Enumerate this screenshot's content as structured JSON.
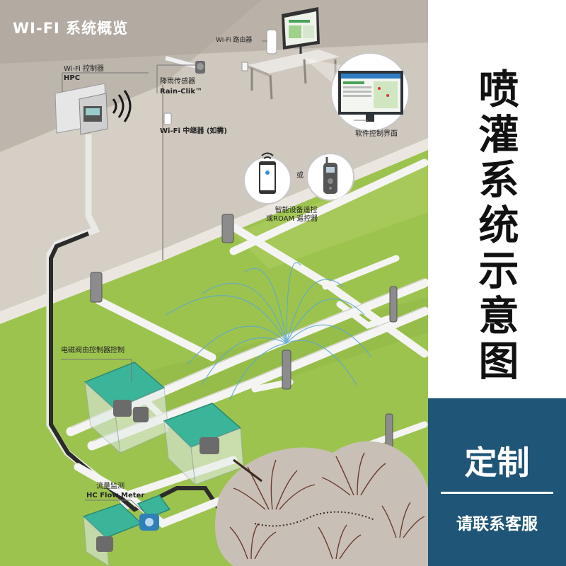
{
  "header": {
    "title": "WI-FI 系统概览"
  },
  "labels": {
    "wifi_controller": "Wi-Fi 控制器",
    "hpc": "HPC",
    "rain_sensor": "降雨传感器",
    "rain_clik": "Rain-Clik™",
    "wifi_router": "Wi-Fi 路由器",
    "wifi_repeater": "Wi-Fi 中继器 (如需)",
    "software_ui": "软件控制界面",
    "or": "或",
    "smart_device_line1": "智能设备遥控",
    "smart_device_line2": "或ROAM 遥控器",
    "valve_control": "电磁阀由控制器控制",
    "flow_monitor": "流量监测",
    "flow_meter": "HC Flow Meter"
  },
  "side": {
    "vertical_title": "喷灌系统示意图",
    "custom_title": "定制",
    "custom_subtitle": "请联系客服"
  },
  "colors": {
    "wall": "#d2cbc2",
    "roof": "#bab3a9",
    "lawn": "#9bc24e",
    "lawn_light": "#b9d46e",
    "pipe": "#f4f4f2",
    "valve_box": "#3bb59a",
    "panel_blue": "#1f5577",
    "water_spray": "#5aa8d0"
  }
}
